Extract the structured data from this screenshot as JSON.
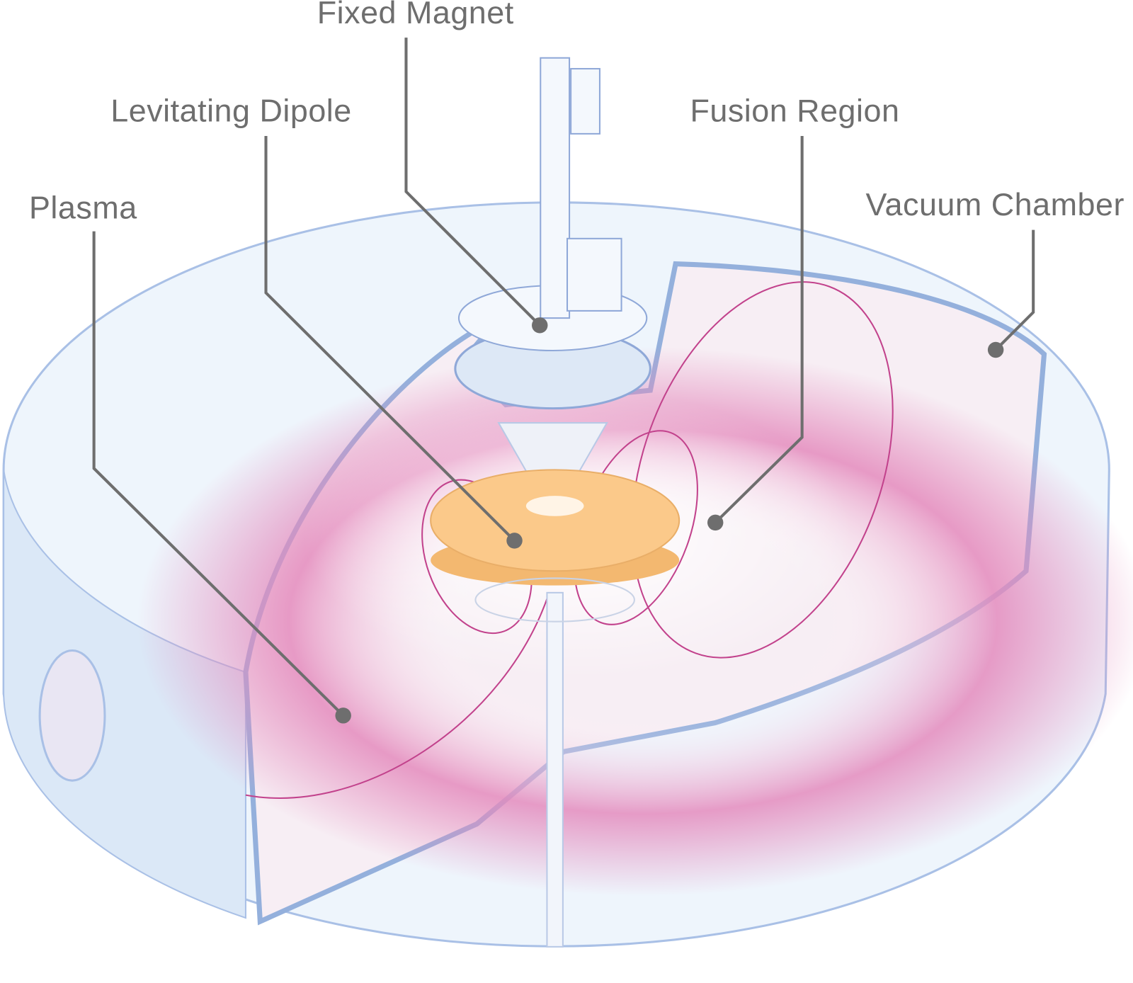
{
  "labels": {
    "fixed_magnet": "Fixed Magnet",
    "levitating_dipole": "Levitating Dipole",
    "fusion_region": "Fusion Region",
    "plasma": "Plasma",
    "vacuum_chamber": "Vacuum Chamber"
  },
  "colors": {
    "chamber": "#e6f1fb",
    "chamber_edge": "#94b0dc",
    "plasma": "#e48bbd",
    "field_lines": "#c2428c",
    "dipole": "#fbc98a",
    "leader": "#6e6e6e"
  }
}
